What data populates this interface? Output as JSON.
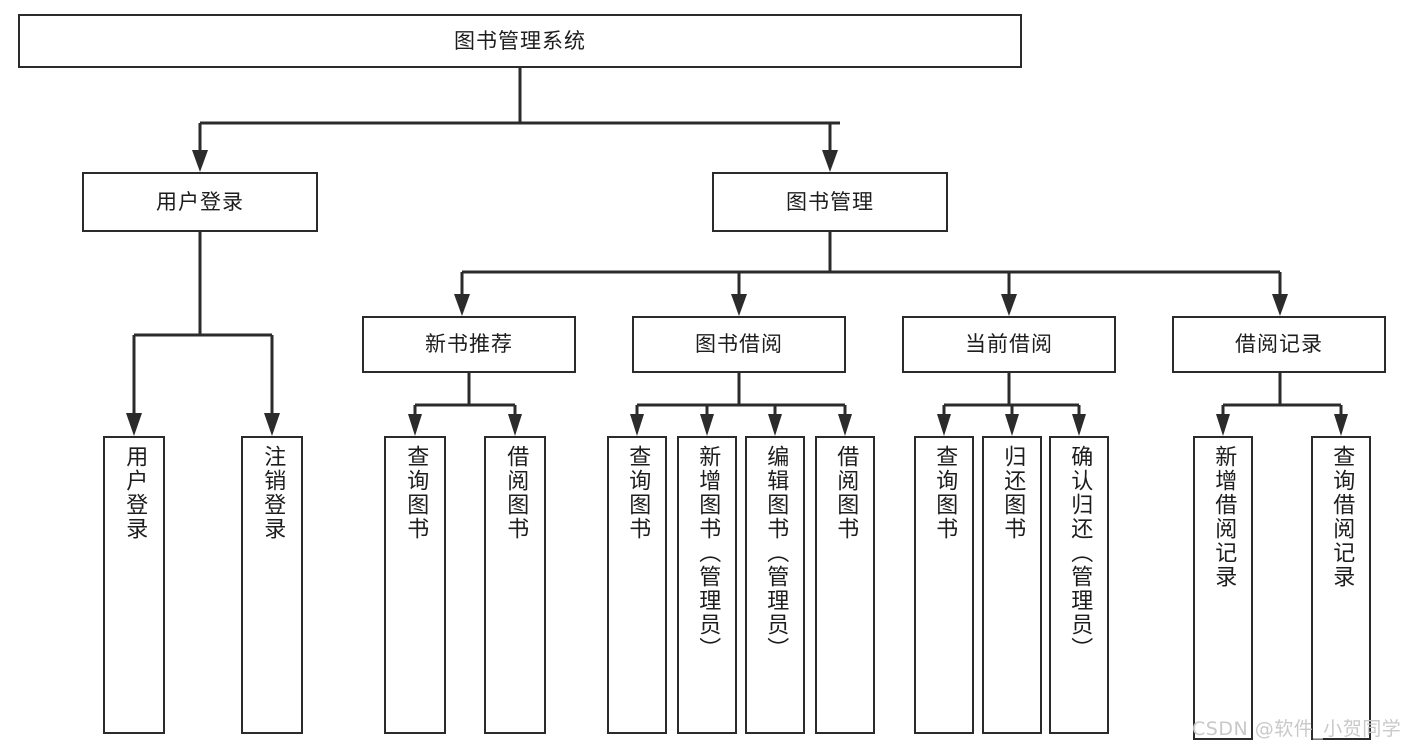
{
  "diagram": {
    "title": "图书管理系统",
    "type": "tree-hierarchy",
    "root": {
      "label": "图书管理系统"
    },
    "level1": [
      {
        "label": "用户登录"
      },
      {
        "label": "图书管理"
      }
    ],
    "level2": [
      {
        "label": "新书推荐"
      },
      {
        "label": "图书借阅"
      },
      {
        "label": "当前借阅"
      },
      {
        "label": "借阅记录"
      }
    ],
    "leaves": {
      "user_login": [
        {
          "label": "用户登录"
        },
        {
          "label": "注销登录"
        }
      ],
      "new_book_recommend": [
        {
          "label": "查询图书"
        },
        {
          "label": "借阅图书"
        }
      ],
      "book_borrow": [
        {
          "label": "查询图书"
        },
        {
          "label": "新增图书（管理员）"
        },
        {
          "label": "编辑图书（管理员）"
        },
        {
          "label": "借阅图书"
        }
      ],
      "current_borrow": [
        {
          "label": "查询图书"
        },
        {
          "label": "归还图书"
        },
        {
          "label": "确认归还（管理员）"
        }
      ],
      "borrow_records": [
        {
          "label": "新增借阅记录"
        },
        {
          "label": "查询借阅记录"
        }
      ]
    }
  },
  "watermark": {
    "text": "CSDN @软件_小贺同学"
  },
  "colors": {
    "stroke": "#2b2b2b",
    "fill": "#ffffff",
    "text": "#1d1d1d",
    "watermark": "#c9c9c9"
  }
}
